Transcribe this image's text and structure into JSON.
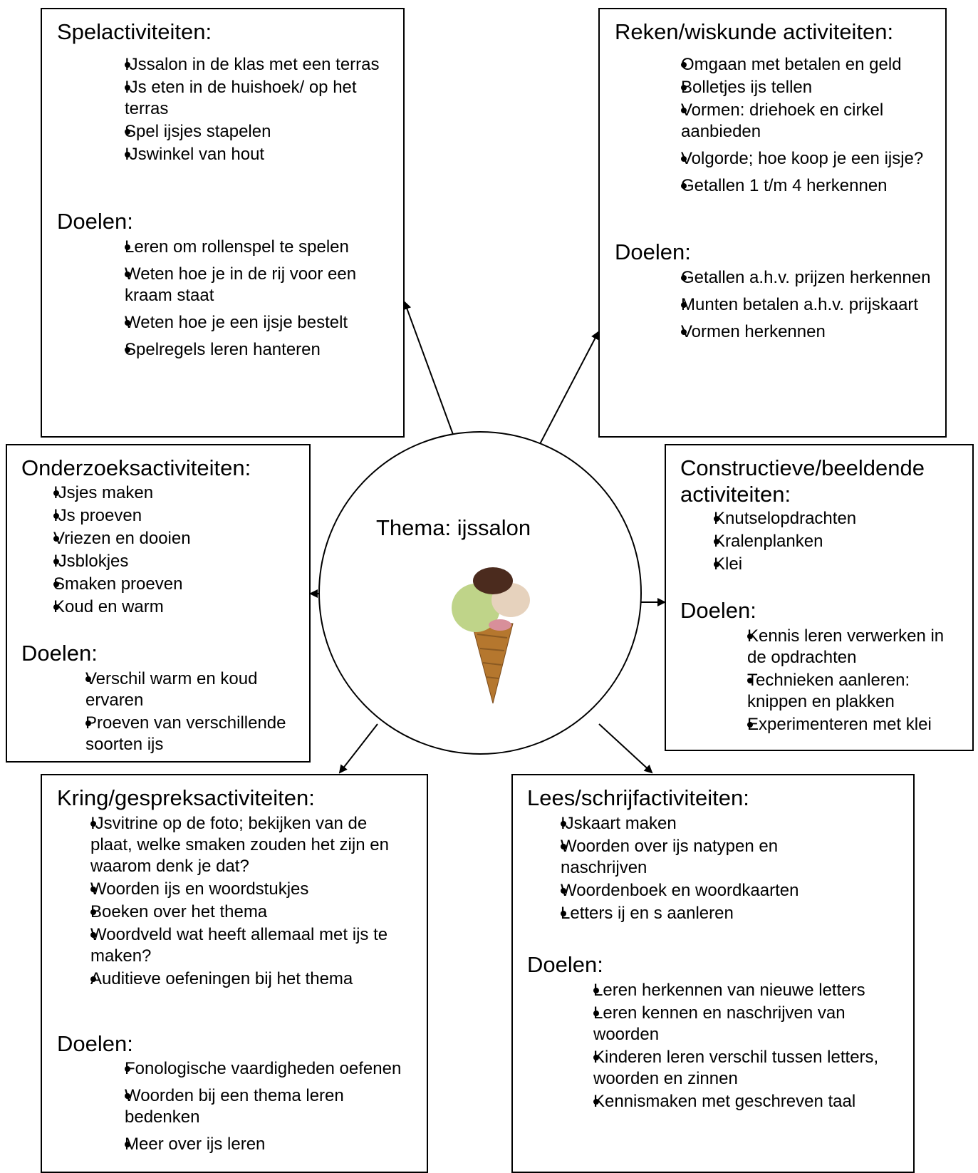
{
  "center": {
    "title": "Thema: ijssalon",
    "image": "ice-cream-cone"
  },
  "boxes": {
    "spel": {
      "heading": "Spelactiviteiten:",
      "items": [
        "IJssalon in de klas met een terras",
        "IJs eten in de huishoek/ op het terras",
        "Spel ijsjes stapelen",
        "IJswinkel van hout"
      ],
      "goals_heading": "Doelen:",
      "goals": [
        "Leren om rollenspel te spelen",
        "Weten hoe je in de rij voor een kraam staat",
        "Weten hoe je een ijsje bestelt",
        "Spelregels leren hanteren"
      ]
    },
    "reken": {
      "heading": "Reken/wiskunde activiteiten:",
      "items": [
        "Omgaan met betalen en geld",
        "Bolletjes ijs tellen",
        "Vormen: driehoek en cirkel aanbieden",
        "Volgorde; hoe koop je een ijsje?",
        "Getallen 1 t/m 4 herkennen"
      ],
      "goals_heading": "Doelen:",
      "goals": [
        "Getallen a.h.v. prijzen herkennen",
        "Munten betalen a.h.v. prijskaart",
        "Vormen herkennen"
      ]
    },
    "onderzoek": {
      "heading": "Onderzoeksactiviteiten:",
      "items": [
        "IJsjes maken",
        "IJs proeven",
        "Vriezen en dooien",
        "IJsblokjes",
        "Smaken proeven",
        "Koud en warm"
      ],
      "goals_heading": "Doelen:",
      "goals": [
        "Verschil warm en koud ervaren",
        "Proeven van verschillende soorten ijs"
      ]
    },
    "construct": {
      "heading": "Constructieve/beeldende activiteiten:",
      "items": [
        "Knutselopdrachten",
        "Kralenplanken",
        "Klei"
      ],
      "goals_heading": "Doelen:",
      "goals": [
        "Kennis leren verwerken in de opdrachten",
        "Technieken aanleren: knippen en plakken",
        "Experimenteren met klei"
      ]
    },
    "kring": {
      "heading": "Kring/gespreksactiviteiten:",
      "items": [
        "IJsvitrine op de foto; bekijken van de plaat, welke smaken zouden het zijn en waarom denk je dat?",
        "Woorden ijs en woordstukjes",
        "Boeken over het thema",
        "Woordveld wat heeft allemaal met ijs te maken?",
        "Auditieve oefeningen bij het thema"
      ],
      "goals_heading": "Doelen:",
      "goals": [
        "Fonologische vaardigheden oefenen",
        "Woorden bij een thema leren bedenken",
        "Meer over ijs leren"
      ]
    },
    "lees": {
      "heading": "Lees/schrijfactiviteiten:",
      "items": [
        "IJskaart maken",
        "Woorden over ijs natypen en naschrijven",
        "Woordenboek en woordkaarten",
        "Letters ij en s aanleren"
      ],
      "goals_heading": "Doelen:",
      "goals": [
        "Leren herkennen van nieuwe letters",
        "Leren kennen en naschrijven van woorden",
        "Kinderen leren verschil tussen letters, woorden en zinnen",
        "Kennismaken met geschreven taal"
      ]
    }
  }
}
